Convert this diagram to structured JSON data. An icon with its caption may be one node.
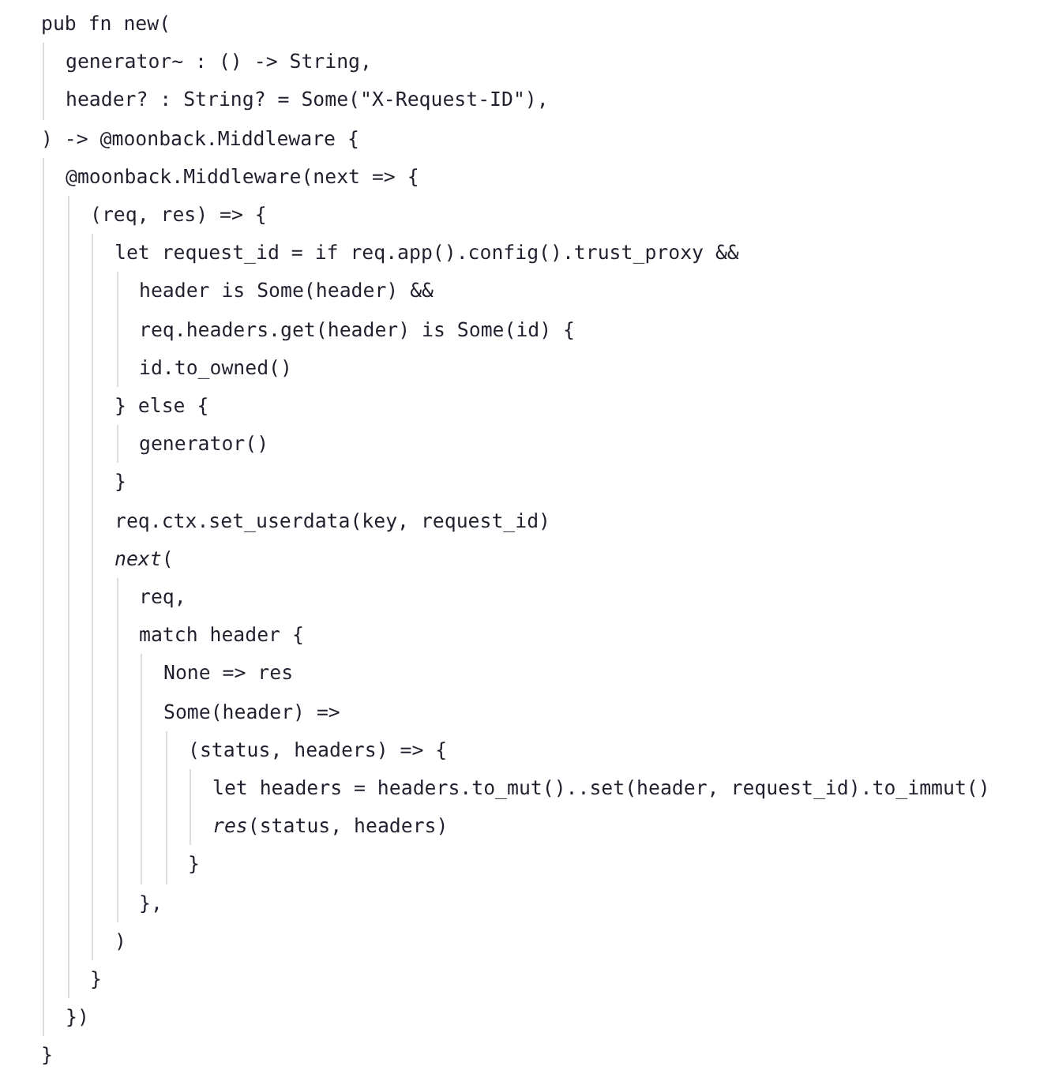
{
  "diagram": {
    "labels": [
      "pub fn new(",
      "generator~ : () -> String,",
      "header? : String? = Some(\"X-Request-ID\"),",
      ") -> @moonback.Middleware {",
      "@moonback.Middleware(next => {",
      "(req, res) => {",
      "let request_id = if req.app().config().trust_proxy &&",
      "header is Some(header) &&",
      "req.headers.get(header) is Some(id) {",
      "id.to_owned()",
      "} else {",
      "generator()",
      "}",
      "req.ctx.set_userdata(key, request_id)",
      "*next*(",
      "req,",
      "match header {",
      "None => res",
      "Some(header) =>",
      "(status, headers) => {",
      "let headers = headers.to_mut()..set(header, request_id).to_immut()",
      "*res*(status, headers)",
      "}",
      "},",
      ")",
      "}",
      "})",
      "}"
    ]
  }
}
